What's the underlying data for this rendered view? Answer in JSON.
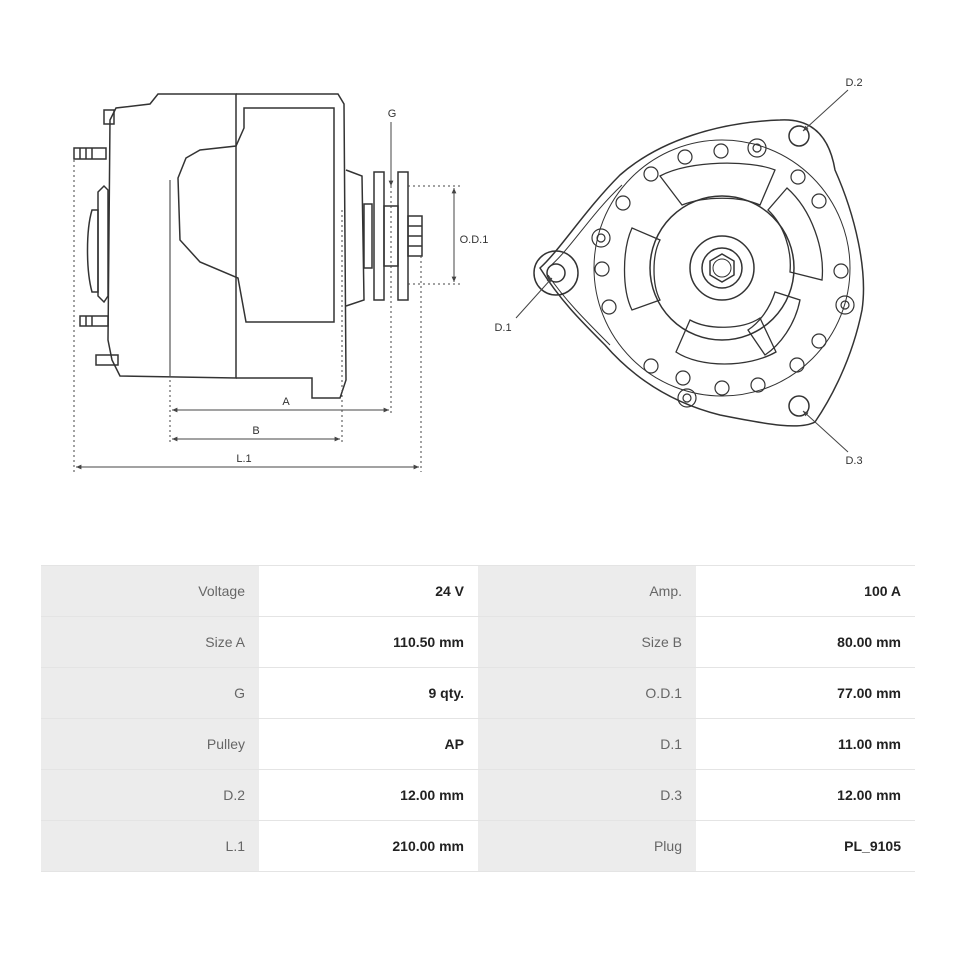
{
  "diagram": {
    "labels": {
      "g": "G",
      "od1": "O.D.1",
      "a": "A",
      "b": "B",
      "l1": "L.1",
      "d1": "D.1",
      "d2": "D.2",
      "d3": "D.3"
    },
    "colors": {
      "line": "#333333",
      "dim": "#444444"
    }
  },
  "specs": [
    {
      "label": "Voltage",
      "value": "24 V",
      "label2": "Amp.",
      "value2": "100 A"
    },
    {
      "label": "Size A",
      "value": "110.50 mm",
      "label2": "Size B",
      "value2": "80.00 mm"
    },
    {
      "label": "G",
      "value": "9 qty.",
      "label2": "O.D.1",
      "value2": "77.00 mm"
    },
    {
      "label": "Pulley",
      "value": "AP",
      "label2": "D.1",
      "value2": "11.00 mm"
    },
    {
      "label": "D.2",
      "value": "12.00 mm",
      "label2": "D.3",
      "value2": "12.00 mm"
    },
    {
      "label": "L.1",
      "value": "210.00 mm",
      "label2": "Plug",
      "value2": "PL_9105"
    }
  ]
}
